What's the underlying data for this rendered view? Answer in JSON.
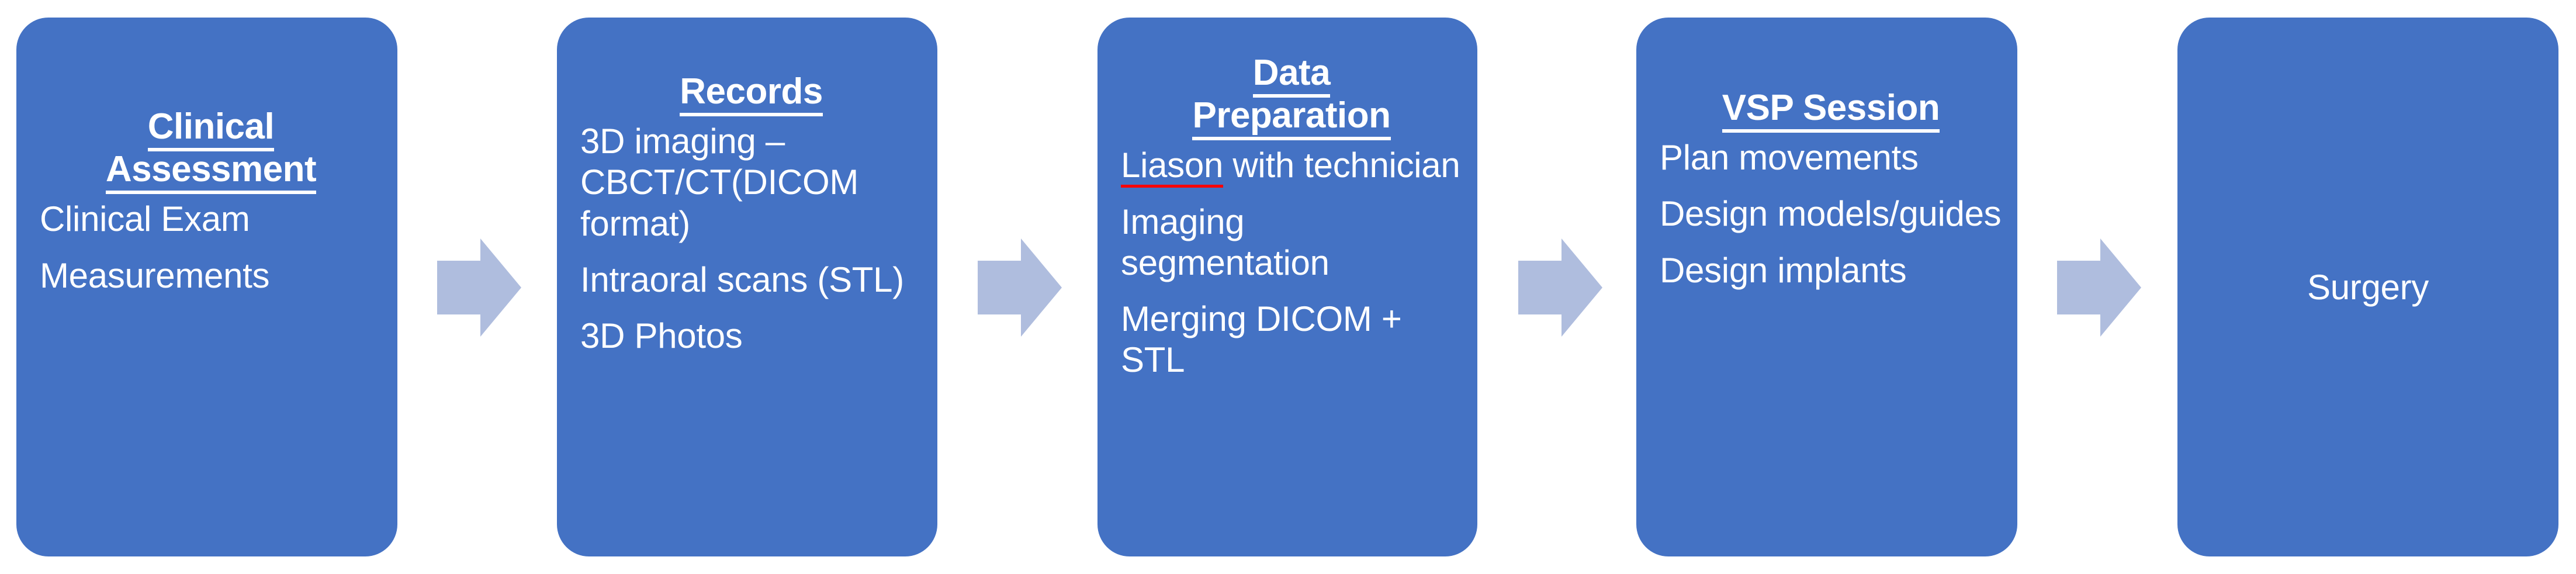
{
  "diagram": {
    "type": "process-flow",
    "orientation": "left-to-right",
    "background_color": "#FFFFFF",
    "node_color": "#4472C4",
    "node_text_color": "#FFFFFF",
    "arrow_color": "#AFBDDE",
    "spellcheck_underline_color": "#FF0000",
    "nodes": [
      {
        "id": "clinical-assessment",
        "title": "Clinical Assessment",
        "title_lines": [
          "Clinical",
          "Assessment"
        ],
        "items": [
          "Clinical Exam",
          "Measurements"
        ]
      },
      {
        "id": "records",
        "title": "Records",
        "title_lines": [
          "Records"
        ],
        "items": [
          "3D imaging – CBCT/CT(DICOM format)",
          "Intraoral scans (STL)",
          "3D Photos"
        ]
      },
      {
        "id": "data-preparation",
        "title": "Data Preparation",
        "title_lines": [
          "Data",
          "Preparation"
        ],
        "items": [
          "Liason with technician",
          "Imaging segmentation",
          "Merging DICOM + STL"
        ],
        "items_misspelled_prefix": [
          "Liason",
          null,
          null
        ],
        "items_rest": [
          " with technician",
          null,
          null
        ]
      },
      {
        "id": "vsp-session",
        "title": "VSP Session",
        "title_lines": [
          "VSP Session"
        ],
        "items": [
          "Plan movements",
          "Design models/guides",
          "Design implants"
        ]
      },
      {
        "id": "surgery",
        "title": "",
        "title_lines": [],
        "items": [],
        "center_label": "Surgery"
      }
    ],
    "arrows": [
      {
        "id": "arrow-1",
        "from": "clinical-assessment",
        "to": "records"
      },
      {
        "id": "arrow-2",
        "from": "records",
        "to": "data-preparation"
      },
      {
        "id": "arrow-3",
        "from": "data-preparation",
        "to": "vsp-session"
      },
      {
        "id": "arrow-4",
        "from": "vsp-session",
        "to": "surgery"
      }
    ]
  }
}
